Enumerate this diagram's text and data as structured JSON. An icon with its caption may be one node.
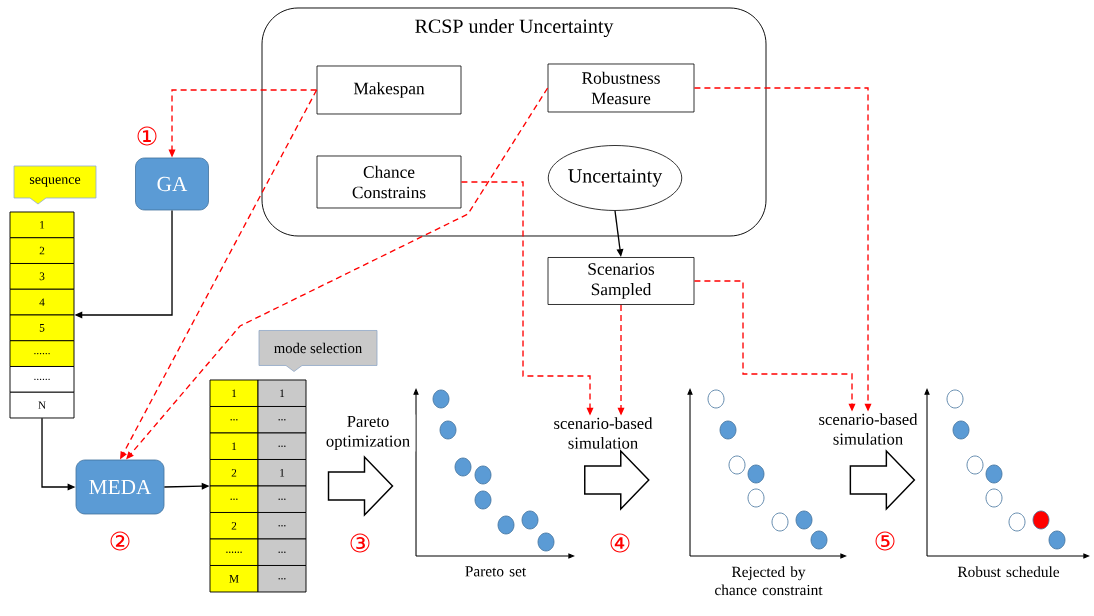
{
  "diagram": {
    "nodes": [
      {
        "text": [
          "RCSP under Uncertainty"
        ]
      },
      {
        "text": [
          "Makespan"
        ],
        "in": 0
      },
      {
        "text": [
          "Robustness Measure"
        ],
        "in": 0
      },
      {
        "text": [
          "Chance Constrains"
        ],
        "in": 0
      },
      {
        "text": [
          "Uncertainty"
        ],
        "in": 0
      },
      {
        "text": [
          "Scenarios Sampled"
        ]
      },
      {
        "text": [
          "GA"
        ]
      },
      {
        "text": [
          "sequence"
        ]
      },
      {
        "text": [
          "1",
          "2",
          "3",
          "4",
          "5",
          "......",
          "......",
          "N"
        ]
      },
      {
        "text": [
          "MEDA"
        ]
      },
      {
        "text": [
          "mode selection"
        ]
      },
      {
        "text": [
          "1",
          "1",
          "...",
          "...",
          "1",
          "...",
          "2",
          "1",
          "...",
          "...",
          "2",
          "...",
          "......",
          "...",
          "M",
          "..."
        ]
      },
      {
        "text": [
          "Pareto set"
        ]
      },
      {
        "text": [
          "scenario-based simulation"
        ]
      },
      {
        "text": [
          "Rejected by chance constraint"
        ]
      },
      {
        "text": [
          "scenario-based simulation"
        ]
      },
      {
        "text": [
          "Robust schedule"
        ]
      }
    ],
    "edges": [
      {
        "from": 6,
        "to": 8,
        "arrow": "to",
        "color": "#000000"
      },
      {
        "from": 8,
        "to": 9,
        "arrow": "to",
        "color": "#000000"
      },
      {
        "from": 9,
        "to": 11,
        "arrow": "to",
        "color": "#000000"
      },
      {
        "from": 4,
        "to": 5,
        "arrow": "to",
        "color": "#000000"
      },
      {
        "from": 1,
        "to": 6,
        "arrow": "to",
        "style": "dashed",
        "color": "#ff0000"
      },
      {
        "from": 1,
        "to": 9,
        "arrow": "to",
        "style": "dashed",
        "color": "#ff0000"
      },
      {
        "from": 2,
        "to": 9,
        "arrow": "to",
        "style": "dashed",
        "color": "#ff0000"
      },
      {
        "from": 3,
        "to": 13,
        "arrow": "to",
        "style": "dashed",
        "color": "#ff0000"
      },
      {
        "from": 5,
        "to": 13,
        "arrow": "to",
        "style": "dashed",
        "color": "#ff0000"
      },
      {
        "from": 5,
        "to": 15,
        "arrow": "to",
        "style": "dashed",
        "color": "#ff0000"
      },
      {
        "from": 2,
        "to": 15,
        "arrow": "to",
        "style": "dashed",
        "color": "#ff0000"
      },
      {
        "from": 11,
        "to": 12,
        "arrow": "to",
        "style": "thick",
        "label": "Pareto optimization"
      },
      {
        "from": 12,
        "to": 14,
        "arrow": "to",
        "style": "thick"
      },
      {
        "from": 14,
        "to": 16,
        "arrow": "to",
        "style": "thick"
      }
    ],
    "labels": [
      "①",
      "②",
      "③",
      "④",
      "⑤"
    ]
  }
}
